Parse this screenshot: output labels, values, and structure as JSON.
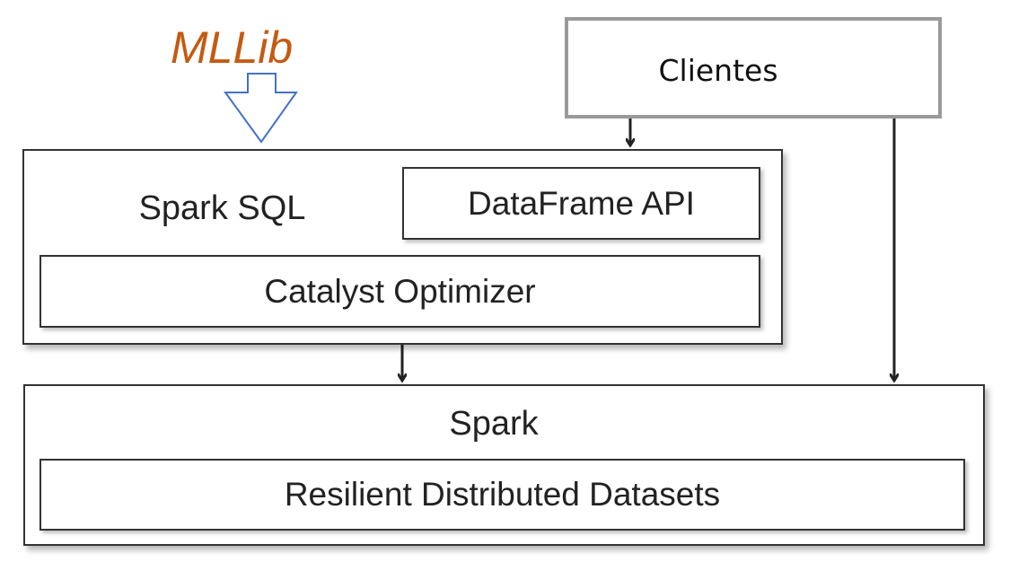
{
  "colors": {
    "mllib_text": "#c55a11",
    "mllib_arrow": "#4472c4",
    "box_border": "#333333",
    "clientes_border": "#9a9a9a"
  },
  "mllib": {
    "label": "MLLib",
    "arrow_icon": "hollow-down-arrow-icon"
  },
  "clientes": {
    "label": "Clientes"
  },
  "spark_sql_layer": {
    "title": "Spark SQL",
    "dataframe_api": "DataFrame API",
    "catalyst_optimizer": "Catalyst Optimizer"
  },
  "spark_layer": {
    "title": "Spark",
    "rdd": "Resilient Distributed Datasets"
  },
  "connectors": [
    {
      "from": "Clientes",
      "to": "DataFrame API"
    },
    {
      "from": "Clientes",
      "to": "Spark"
    },
    {
      "from": "Catalyst Optimizer",
      "to": "Spark"
    }
  ]
}
